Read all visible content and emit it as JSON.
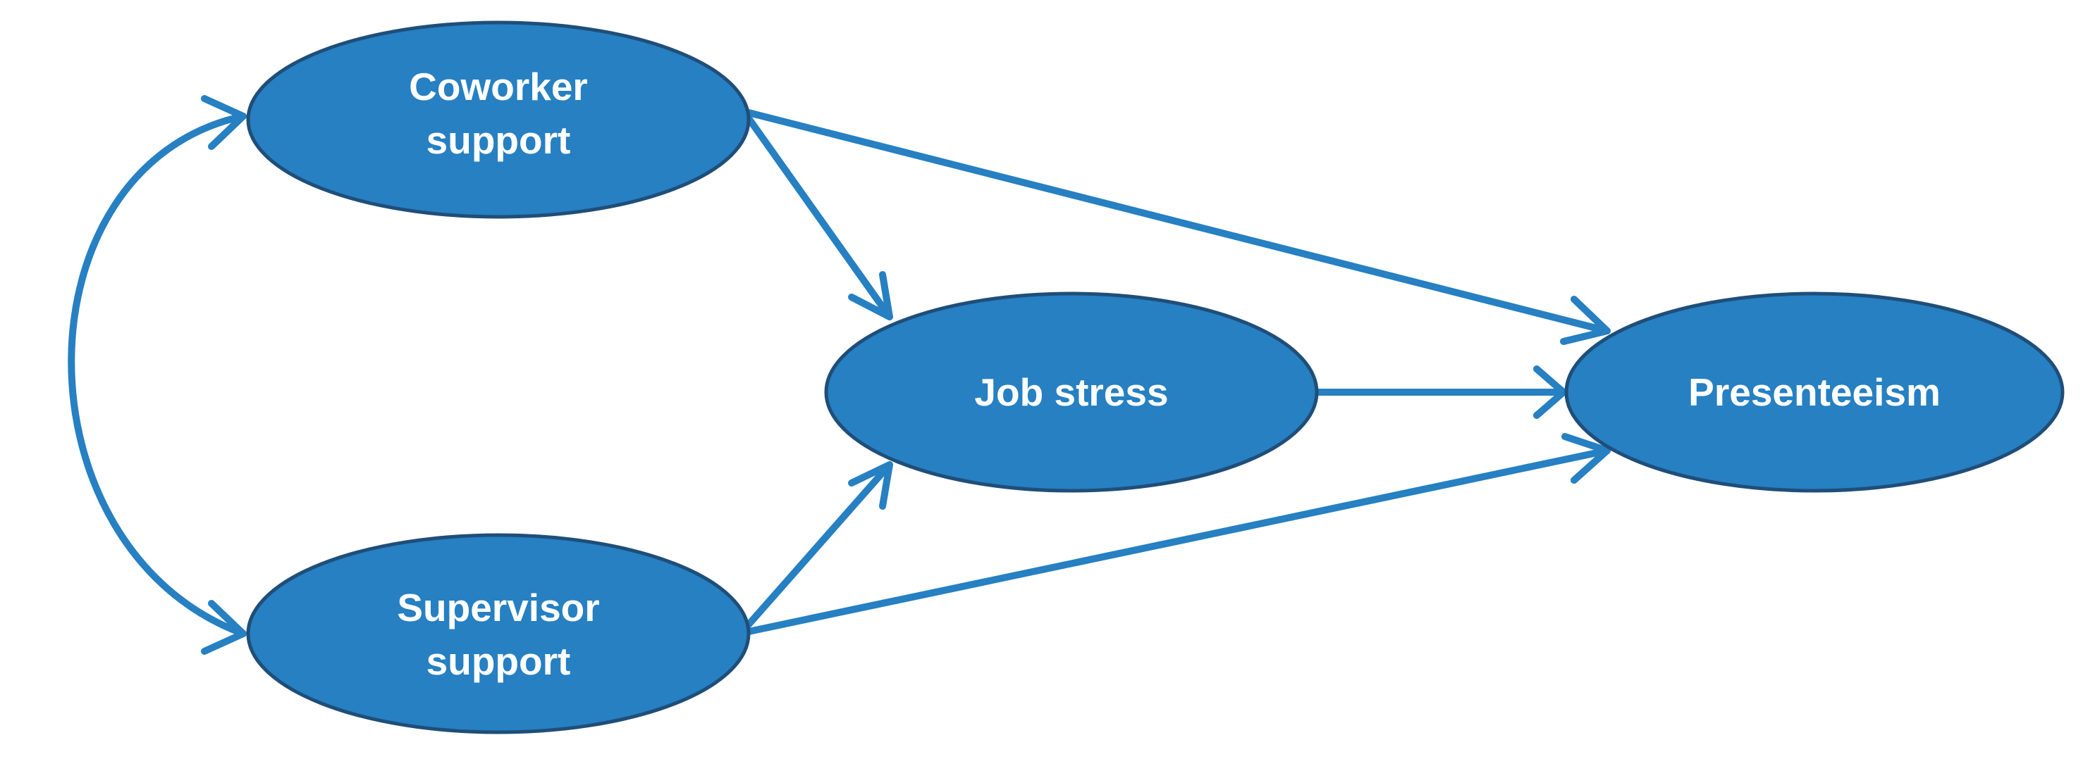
{
  "colors": {
    "node_fill": "#2680C2",
    "node_stroke": "#1F4E79",
    "node_text": "#FFFFFF",
    "edge": "#2680C2",
    "background": "#FFFFFF"
  },
  "nodes": {
    "coworker_support": {
      "line1": "Coworker",
      "line2": "support"
    },
    "supervisor_support": {
      "line1": "Supervisor",
      "line2": "support"
    },
    "job_stress": {
      "label": "Job stress"
    },
    "presenteeism": {
      "label": "Presenteeism"
    }
  },
  "edges": [
    {
      "from": "Coworker support",
      "to": "Supervisor support",
      "type": "bidirectional"
    },
    {
      "from": "Coworker support",
      "to": "Job stress",
      "type": "directed"
    },
    {
      "from": "Coworker support",
      "to": "Presenteeism",
      "type": "directed"
    },
    {
      "from": "Supervisor support",
      "to": "Job stress",
      "type": "directed"
    },
    {
      "from": "Supervisor support",
      "to": "Presenteeism",
      "type": "directed"
    },
    {
      "from": "Job stress",
      "to": "Presenteeism",
      "type": "directed"
    }
  ]
}
